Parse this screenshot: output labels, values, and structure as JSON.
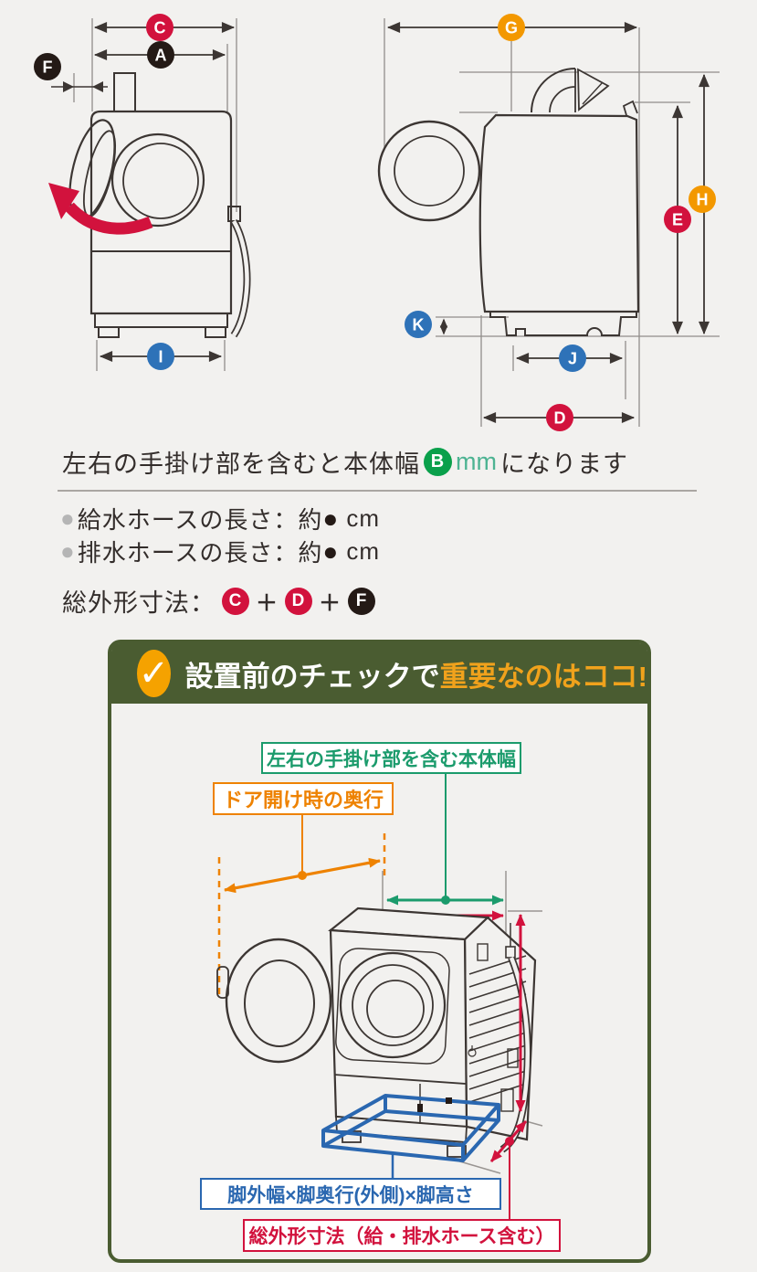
{
  "badges": {
    "A": "A",
    "B": "B",
    "C": "C",
    "D": "D",
    "E": "E",
    "F": "F",
    "G": "G",
    "H": "H",
    "I": "I",
    "J": "J",
    "K": "K"
  },
  "diagrams": {
    "front_view_badges": [
      "C",
      "A",
      "F",
      "I"
    ],
    "side_view_badges": [
      "G",
      "H",
      "E",
      "K",
      "J",
      "D"
    ]
  },
  "notes": {
    "body_width_prefix": "左右の手掛け部を含むと本体幅",
    "body_width_unit": "mm",
    "body_width_suffix": "になります",
    "bullet": "●",
    "hose_supply": "給水ホースの長さ：約",
    "hose_drain": "排水ホースの長さ：約",
    "hose_dot": "●",
    "hose_unit": "cm",
    "total_label": "総外形寸法：",
    "plus": "＋",
    "total_parts": [
      "C",
      "D",
      "F"
    ]
  },
  "check_box": {
    "check_glyph": "✓",
    "title_white": "設置前のチェックで",
    "title_orange": "重要なのはココ!",
    "label_width": "左右の手掛け部を含む本体幅",
    "label_door": "ドア開け時の奥行",
    "label_feet": "脚外幅×脚奥行(外側)×脚高さ",
    "label_total": "総外形寸法（給・排水ホース含む）"
  },
  "colors": {
    "badge_red": "#d2123d",
    "badge_black": "#241a16",
    "badge_blue": "#2e72b8",
    "badge_orange": "#f39800",
    "badge_green": "#0aa04b",
    "mm_green": "#4db392",
    "header_green": "#4a5c31",
    "check_circle_orange": "#f5a200",
    "title_orange": "#f0a21c",
    "label_green": "#1b9b6c",
    "label_orange": "#ee8200",
    "label_blue": "#2a67b0",
    "label_red": "#d2123d",
    "base_frame_blue": "#2a67b0",
    "line_dark": "#3c3633",
    "background": "#f2f1ef"
  }
}
